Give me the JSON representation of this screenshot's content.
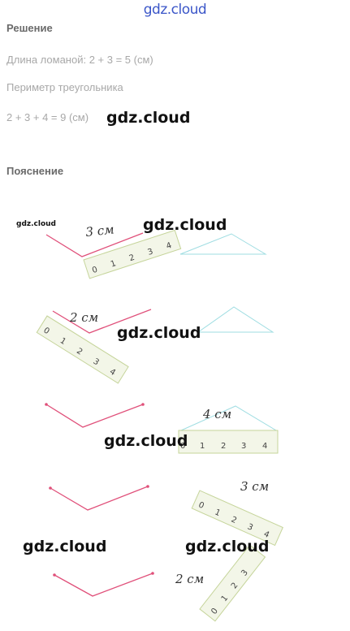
{
  "site_title": "gdz.cloud",
  "solution": {
    "heading": "Решение",
    "line1": "Длина ломаной: 2 + 3 = 5 (см)",
    "line2": "Периметр треугольника",
    "line3": "2 + 3 + 4 = 9 (см)"
  },
  "explanation": {
    "heading": "Пояснение"
  },
  "watermark": "gdz.cloud",
  "figures": {
    "step1_measure": "3 см",
    "step2_measure": "2 см",
    "step3_measure": "4 см",
    "step4_measure": "3 см",
    "step5_measure": "2 см",
    "ruler_ticks": [
      "0",
      "1",
      "2",
      "3",
      "4"
    ]
  },
  "colors": {
    "broken_line": "#e0507a",
    "triangle": "#7fd0d8",
    "ruler": "#b5c98a",
    "watermark": "#111111",
    "site_title": "#3b56c8"
  }
}
